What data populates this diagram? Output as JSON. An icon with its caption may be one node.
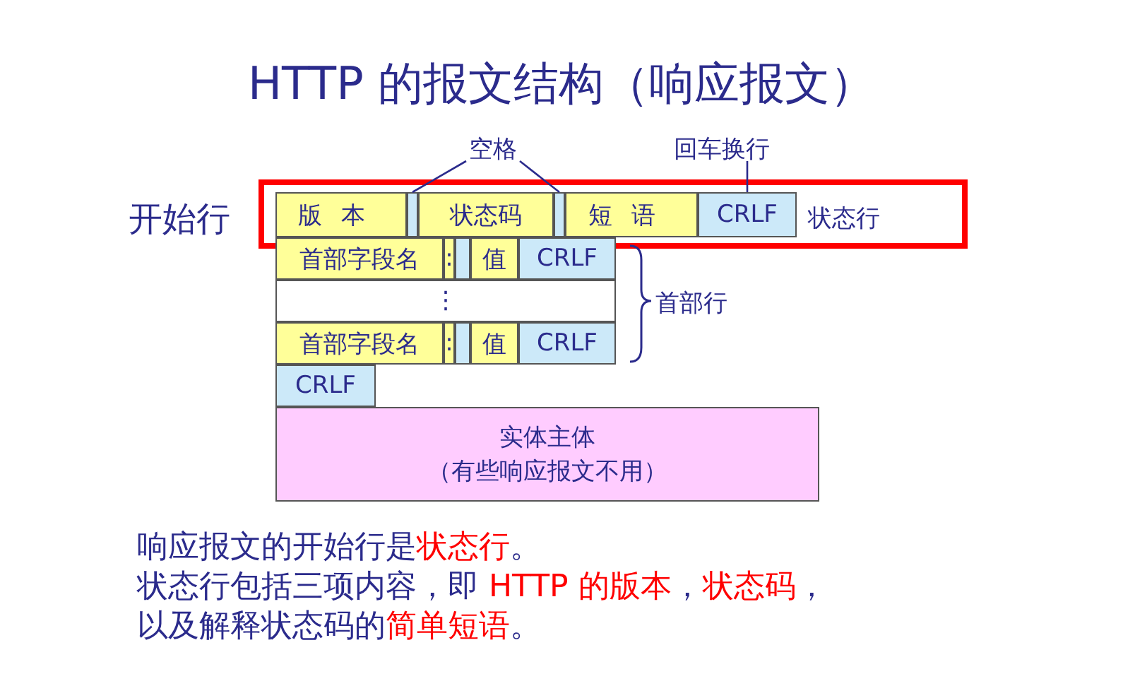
{
  "diagram": {
    "title": "HTTP 的报文结构（响应报文）",
    "nodes": [
      {
        "text": [
          "空格"
        ]
      },
      {
        "text": [
          "回车换行"
        ]
      },
      {
        "text": [
          "开始行",
          "状态行"
        ]
      },
      {
        "text": [
          "版本"
        ],
        "in": 2
      },
      {
        "text": [],
        "shape": "box",
        "in": 2
      },
      {
        "text": [
          "状态码"
        ],
        "in": 2
      },
      {
        "text": [],
        "shape": "box",
        "in": 2
      },
      {
        "text": [
          "短语"
        ],
        "in": 2
      },
      {
        "text": [
          "CRLF"
        ],
        "in": 2
      },
      {
        "text": [
          "首部字段名"
        ]
      },
      {
        "text": [
          ":"
        ]
      },
      {
        "text": [],
        "shape": "box"
      },
      {
        "text": [
          "值"
        ]
      },
      {
        "text": [
          "CRLF"
        ]
      },
      {
        "text": [
          "⋮"
        ]
      },
      {
        "text": [
          "首部字段名"
        ]
      },
      {
        "text": [
          ":"
        ]
      },
      {
        "text": [],
        "shape": "box"
      },
      {
        "text": [
          "值"
        ]
      },
      {
        "text": [
          "CRLF"
        ]
      },
      {
        "text": [
          "CRLF"
        ]
      },
      {
        "text": [
          "实体主体",
          "（有些响应报文不用）"
        ]
      }
    ],
    "edges": [
      {
        "from": 0,
        "to": 4,
        "arrow": "none"
      },
      {
        "from": 0,
        "to": 6,
        "arrow": "none"
      },
      {
        "from": 1,
        "to": 8,
        "arrow": "none"
      }
    ],
    "labels": [
      "首部行",
      "响应报文的开始行是**状态行**。",
      "状态行包括三项内容，即 **HTTP 的版本**，**状态码**，",
      "以及解释状态码的**简单短语**。"
    ]
  }
}
